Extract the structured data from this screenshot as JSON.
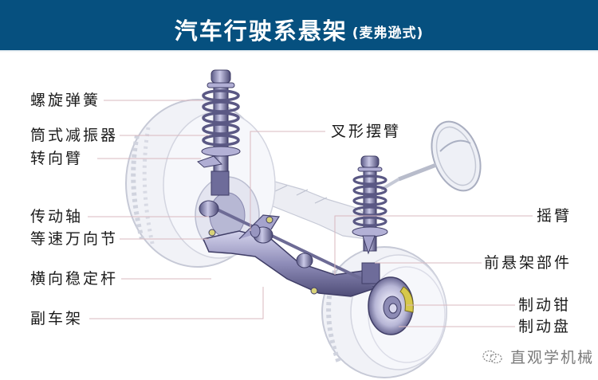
{
  "header": {
    "title": "汽车行驶系悬架",
    "subtitle": "(麦弗逊式)",
    "background_color": "#06507f",
    "text_color": "#ffffff"
  },
  "labels": {
    "coil_spring": "螺旋弹簧",
    "shock_absorber": "筒式减振器",
    "steering_arm": "转向臂",
    "drive_shaft": "传动轴",
    "cv_joint": "等速万向节",
    "stabilizer_bar": "横向稳定杆",
    "subframe": "副车架",
    "wishbone": "叉形摆臂",
    "rocker_arm": "摇臂",
    "front_suspension_parts": "前悬架部件",
    "brake_caliper": "制动钳",
    "brake_disc": "制动盘"
  },
  "leader_line_color": "#d9b8bf",
  "watermark": {
    "icon": "wechat-icon",
    "text": "直观学机械"
  }
}
